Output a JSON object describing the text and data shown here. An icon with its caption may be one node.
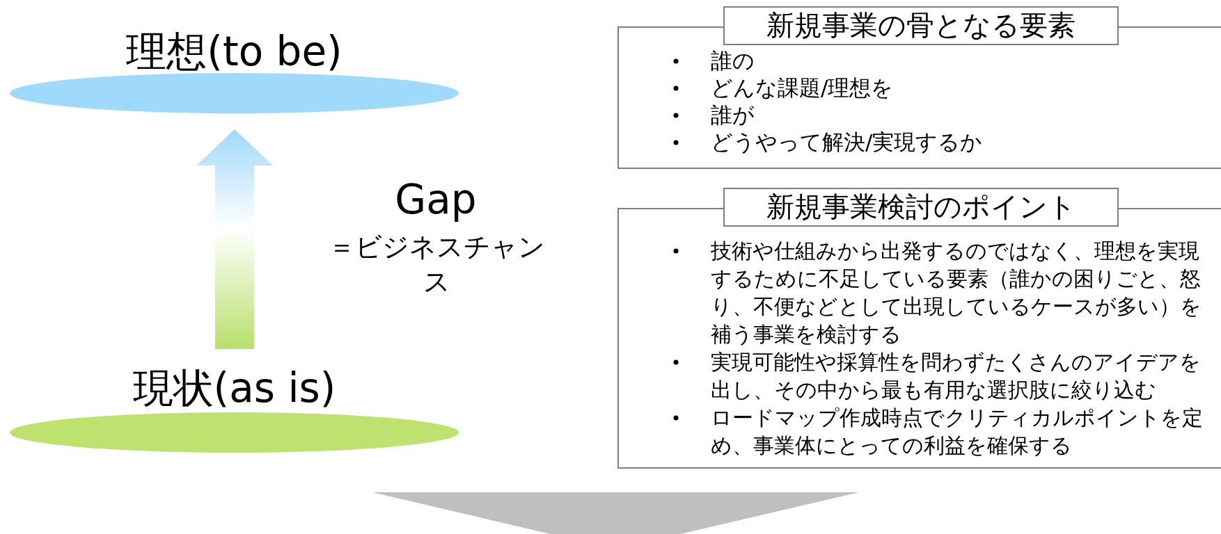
{
  "diagram": {
    "nodes": [
      {
        "text": [
          "理想(to be)"
        ]
      },
      {
        "text": [
          "現状(as is)"
        ]
      },
      {
        "text": [
          "新規事業の骨となる要素",
          "誰の",
          "どんな課題/理想を",
          "誰が",
          "どうやって解決/実現するか"
        ]
      },
      {
        "text": [
          "新規事業検討のポイント",
          "技術や仕組みから出発するのではなく、理想を実現するために不足している要素（誰かの困りごと、怒り、不便などとして出現しているケースが多い）を補う事業を検討する",
          "実現可能性や採算性を問わずたくさんのアイデアを出し、その中から最も有用な選択肢に絞り込む",
          "ロードマップ作成時点でクリティカルポイントを定め、事業体にとっての利益を確保する"
        ]
      }
    ],
    "edges": [
      {
        "from": 1,
        "to": 0,
        "arrow": "to"
      }
    ],
    "labels": [
      "Gap",
      "＝ビジネスチャンス"
    ]
  }
}
